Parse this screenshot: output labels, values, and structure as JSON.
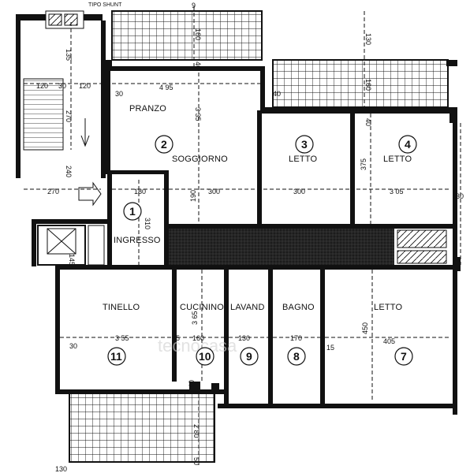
{
  "header_text": "TIPO SHUNT",
  "watermark": "tecnocasa",
  "rooms": [
    {
      "id": "pranzo",
      "label": "PRANZO",
      "number": ""
    },
    {
      "id": "soggiorno",
      "label": "SOGGIORNO",
      "number": "2"
    },
    {
      "id": "letto3",
      "label": "LETTO",
      "number": "3"
    },
    {
      "id": "letto4",
      "label": "LETTO",
      "number": "4"
    },
    {
      "id": "ingresso",
      "label": "INGRESSO",
      "number": "1"
    },
    {
      "id": "tinello",
      "label": "TINELLO",
      "number": "11"
    },
    {
      "id": "cucinino",
      "label": "CUCININO",
      "number": "10"
    },
    {
      "id": "lavand",
      "label": "LAVAND",
      "number": "9"
    },
    {
      "id": "bagno",
      "label": "BAGNO",
      "number": "8"
    },
    {
      "id": "letto7",
      "label": "LETTO",
      "number": "7"
    }
  ],
  "dimensions": {
    "d_135": "135",
    "d_120a": "120",
    "d_30a": "30",
    "d_120b": "120",
    "d_270a": "270",
    "d_240": "240",
    "d_270b": "270",
    "d_180": "180",
    "d_310": "310",
    "d_495": "4 95",
    "d_30b": "30",
    "d_335": "3 35",
    "d_160a": "160",
    "d_40a": "40",
    "d_9": "9",
    "d_130a": "130",
    "d_160b": "160",
    "d_40b": "40",
    "d_40c": "40",
    "d_300a": "300",
    "d_300b": "300",
    "d_305": "3 05",
    "d_375": "375",
    "d_190": "190",
    "d_30c": "30",
    "d_145": "145",
    "d_355": "3 55",
    "d_365": "3 65",
    "d_75": "75",
    "d_160c": "160",
    "d_130b": "130",
    "d_170": "170",
    "d_15": "15",
    "d_450": "450",
    "d_405": "405",
    "d_30d": "30",
    "d_40d": "40",
    "d_280": "2 80",
    "d_130c": "130",
    "d_50": "50"
  },
  "colors": {
    "ink": "#111111",
    "paper": "#ffffff",
    "corridor": "#1a1a1a"
  }
}
